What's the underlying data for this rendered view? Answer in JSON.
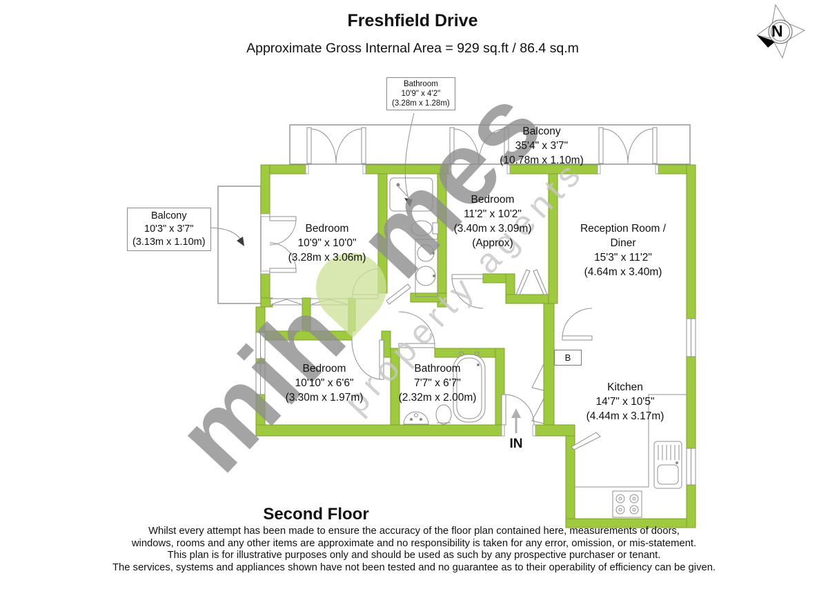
{
  "header": {
    "title": "Freshfield Drive",
    "subtitle": "Approximate Gross Internal Area = 929 sq.ft / 86.4 sq.m"
  },
  "compass": {
    "label": "N"
  },
  "callouts": {
    "bathroom_top": {
      "name": "Bathroom",
      "imperial": "10'9\" x 4'2\"",
      "metric": "(3.28m x 1.28m)"
    },
    "balcony_left": {
      "name": "Balcony",
      "imperial": "10'3\" x 3'7\"",
      "metric": "(3.13m x 1.10m)"
    }
  },
  "rooms": {
    "balcony_top": {
      "name": "Balcony",
      "imperial": "35'4\" x 3'7\"",
      "metric": "(10.78m x 1.10m)"
    },
    "bedroom_left": {
      "name": "Bedroom",
      "imperial": "10'9\" x 10'0\"",
      "metric": "(3.28m x 3.06m)"
    },
    "bedroom_middle": {
      "name": "Bedroom",
      "imperial": "11'2\" x 10'2\"",
      "metric": "(3.40m x 3.09m)",
      "approx": "(Approx)"
    },
    "reception": {
      "name_line1": "Reception Room /",
      "name_line2": "Diner",
      "imperial": "15'3\" x 11'2\"",
      "metric": "(4.64m x 3.40m)"
    },
    "bedroom_bottom": {
      "name": "Bedroom",
      "imperial": "10'10\" x 6'6\"",
      "metric": "(3.30m x 1.97m)"
    },
    "bathroom": {
      "name": "Bathroom",
      "imperial": "7'7\" x 6'7\"",
      "metric": "(2.32m x 2.00m)"
    },
    "kitchen": {
      "name": "Kitchen",
      "imperial": "14'7\" x 10'5\"",
      "metric": "(4.44m x 3.17m)"
    }
  },
  "plan": {
    "boiler_label": "B",
    "entrance_label": "IN"
  },
  "watermark": {
    "brand_prefix": "mih",
    "brand_suffix": "mes",
    "tagline": "property agents"
  },
  "footer": {
    "floor_label": "Second Floor",
    "disclaimer": [
      "Whilst every attempt has been made to ensure the accuracy of the floor plan contained here, measurements of doors,",
      "windows, rooms and any other items are approximate and no responsibility is taken for any error, omission, or mis-statement.",
      "This plan is for illustrative purposes only and should be used as such by any prospective purchaser or tenant.",
      "The services, systems and appliances shown have not been tested and no guarantee as to their operability of efficiency can be given."
    ]
  },
  "colors": {
    "wall_fill": "#9FCA40",
    "wall_stroke": "#7C9F31",
    "outline_gray": "#8F8F8F",
    "watermark_green": "#CBE097"
  }
}
